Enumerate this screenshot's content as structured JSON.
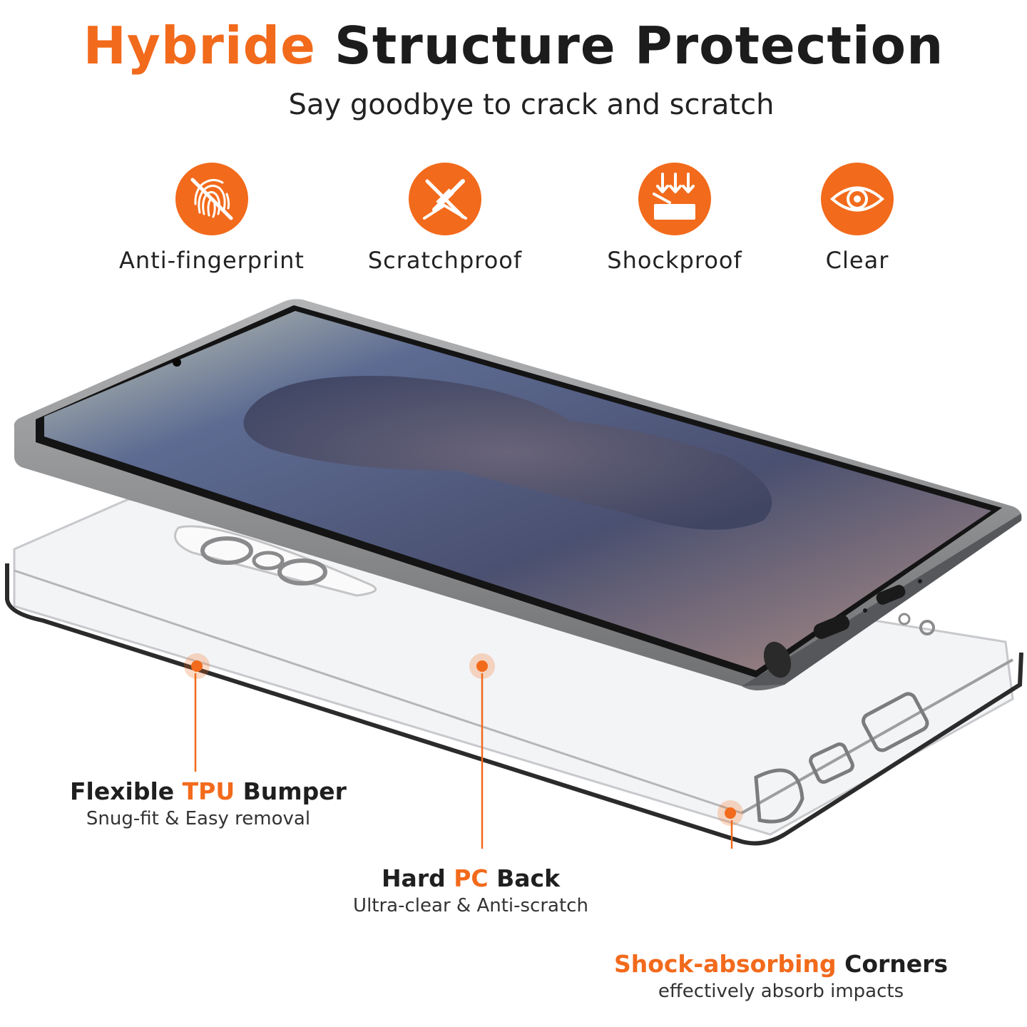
{
  "header": {
    "title_accent": "Hybride",
    "title_rest": "Structure Protection",
    "subtitle": "Say goodbye to crack and scratch"
  },
  "features": [
    {
      "icon": "fingerprint-crossed-icon",
      "label": "Anti-fingerprint"
    },
    {
      "icon": "blade-crossed-icon",
      "label": "Scratchproof"
    },
    {
      "icon": "impact-arrows-icon",
      "label": "Shockproof"
    },
    {
      "icon": "eye-icon",
      "label": "Clear"
    }
  ],
  "callouts": {
    "bumper": {
      "pre": "Flexible ",
      "hl": "TPU",
      "post": " Bumper",
      "desc": "Snug-fit & Easy removal"
    },
    "back": {
      "pre": "Hard ",
      "hl": "PC",
      "post": " Back",
      "desc": "Ultra-clear & Anti-scratch"
    },
    "corners": {
      "hl": "Shock-absorbing",
      "post": " Corners",
      "desc": "effectively absorb impacts"
    }
  },
  "colors": {
    "accent": "#f26a1b",
    "text_dark": "#1c1c1c",
    "phone_frame": "#8f9092",
    "case_edge": "#b8b8bc"
  }
}
